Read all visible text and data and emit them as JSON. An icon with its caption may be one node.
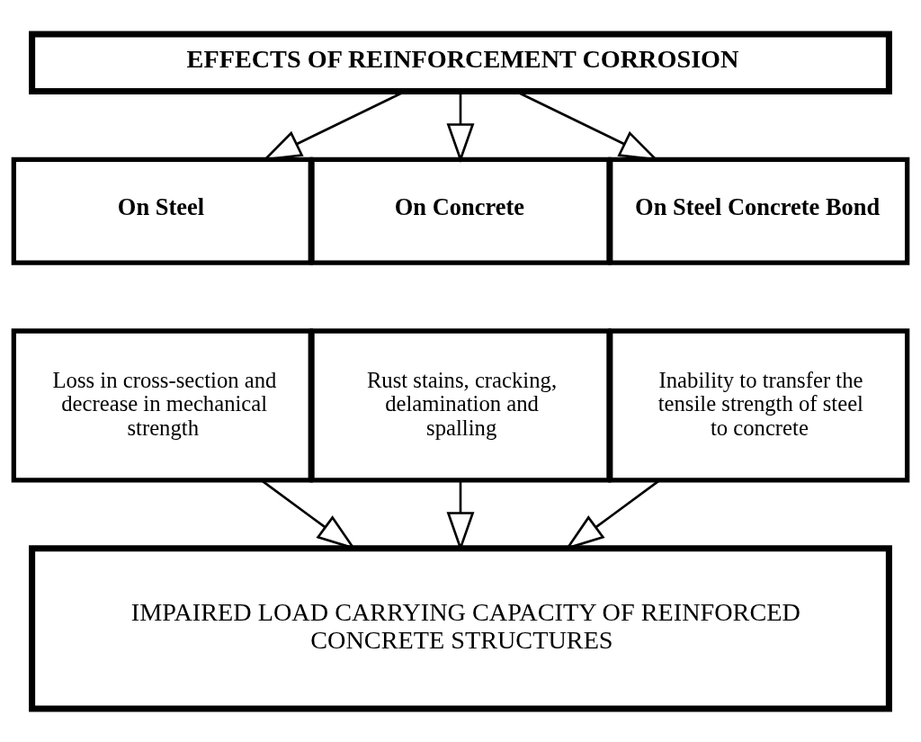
{
  "diagram": {
    "nodes": [
      {
        "text": [
          "EFFECTS OF REINFORCEMENT CORROSION"
        ]
      },
      {
        "text": [
          "On Steel"
        ]
      },
      {
        "text": [
          "On Concrete"
        ]
      },
      {
        "text": [
          "On Steel Concrete Bond"
        ]
      },
      {
        "text": [
          "Loss in cross-section and decrease in mechanical strength"
        ]
      },
      {
        "text": [
          "Rust stains, cracking, delamination and spalling"
        ]
      },
      {
        "text": [
          "Inability to transfer the tensile strength of steel to concrete"
        ]
      },
      {
        "text": [
          "IMPAIRED LOAD CARRYING CAPACITY OF REINFORCED CONCRETE STRUCTURES"
        ]
      }
    ],
    "edges": [
      {
        "from": 0,
        "to": 1,
        "arrow": "to"
      },
      {
        "from": 0,
        "to": 2,
        "arrow": "to"
      },
      {
        "from": 0,
        "to": 3,
        "arrow": "to"
      },
      {
        "from": 4,
        "to": 7,
        "arrow": "to"
      },
      {
        "from": 5,
        "to": 7,
        "arrow": "to"
      },
      {
        "from": 6,
        "to": 7,
        "arrow": "to"
      }
    ]
  }
}
